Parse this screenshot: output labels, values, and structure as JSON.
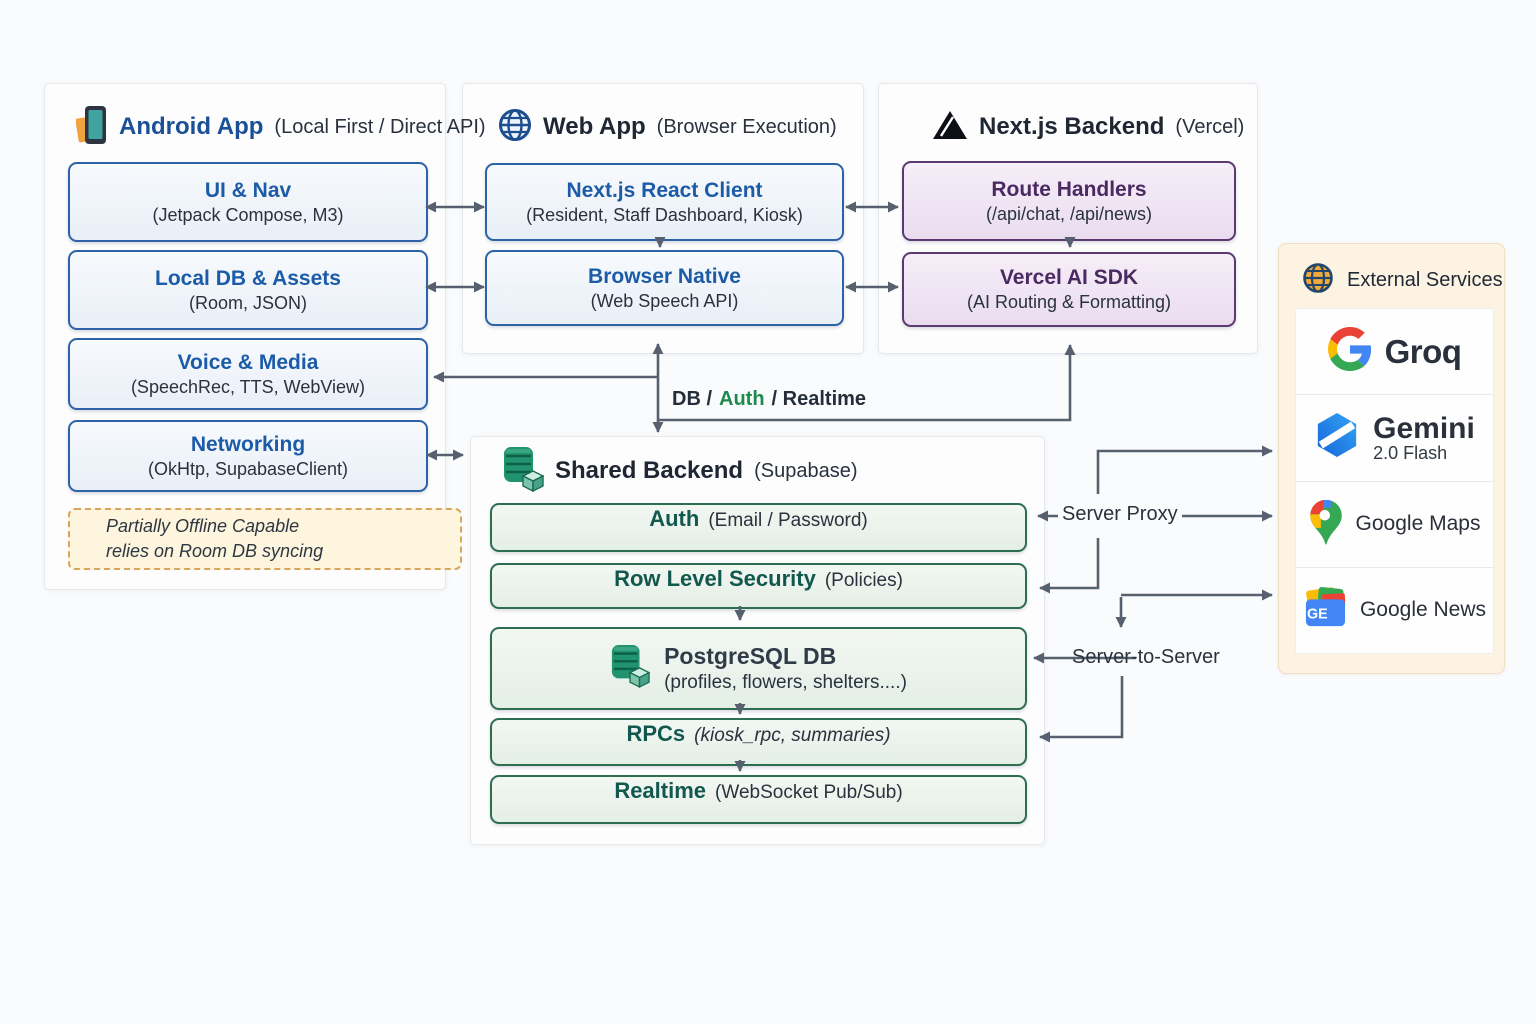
{
  "android": {
    "title": "Android App",
    "subtitle": "(Local First / Direct API)",
    "nodes": [
      {
        "title": "UI & Nav",
        "subtitle": "(Jetpack Compose, M3)"
      },
      {
        "title": "Local DB & Assets",
        "subtitle": "(Room, JSON)"
      },
      {
        "title": "Voice & Media",
        "subtitle": "(SpeechRec, TTS, WebView)"
      },
      {
        "title": "Networking",
        "subtitle": "(OkHtp, SupabaseClient)"
      }
    ],
    "note_line1": "Partially Offline Capable",
    "note_line2": "relies on Room DB syncing"
  },
  "web": {
    "title": "Web App",
    "subtitle": "(Browser Execution)",
    "nodes": [
      {
        "title": "Next.js React Client",
        "subtitle": "(Resident, Staff Dashboard, Kiosk)"
      },
      {
        "title": "Browser Native",
        "subtitle": "(Web Speech API)"
      }
    ]
  },
  "backend": {
    "title": "Next.js Backend",
    "subtitle": "(Vercel)",
    "nodes": [
      {
        "title": "Route Handlers",
        "subtitle": "(/api/chat, /api/news)"
      },
      {
        "title": "Vercel AI SDK",
        "subtitle": "(AI Routing & Formatting)"
      }
    ]
  },
  "supabase": {
    "title": "Shared Backend",
    "subtitle": "(Supabase)",
    "nodes": [
      {
        "title": "Auth",
        "subtitle": "(Email / Password)"
      },
      {
        "title": "Row Level Security",
        "subtitle": "(Policies)"
      },
      {
        "title": "PostgreSQL DB",
        "subtitle": "(profiles, flowers, shelters....)"
      },
      {
        "title": "RPCs",
        "subtitle": "(kiosk_rpc, summaries)"
      },
      {
        "title": "Realtime",
        "subtitle": "(WebSocket Pub/Sub)"
      }
    ]
  },
  "external": {
    "title": "External Services",
    "services": [
      {
        "name": "Groq"
      },
      {
        "name": "Gemini",
        "sub": "2.0 Flash"
      },
      {
        "name": "Google Maps"
      },
      {
        "name": "Google News"
      }
    ]
  },
  "labels": {
    "db_part": "DB /",
    "auth_part": "Auth",
    "realtime_part": "/ Realtime",
    "server_proxy": "Server Proxy",
    "server_to_server": "Server-to-Server"
  },
  "colors": {
    "android_accent": "#1c5ba7",
    "backend_accent": "#4b2a62",
    "supabase_accent": "#12584e",
    "note_border": "#d8a55e",
    "wire": "#57606e",
    "auth_green": "#1e8a4e",
    "external_bg": "#fdf3e2"
  }
}
